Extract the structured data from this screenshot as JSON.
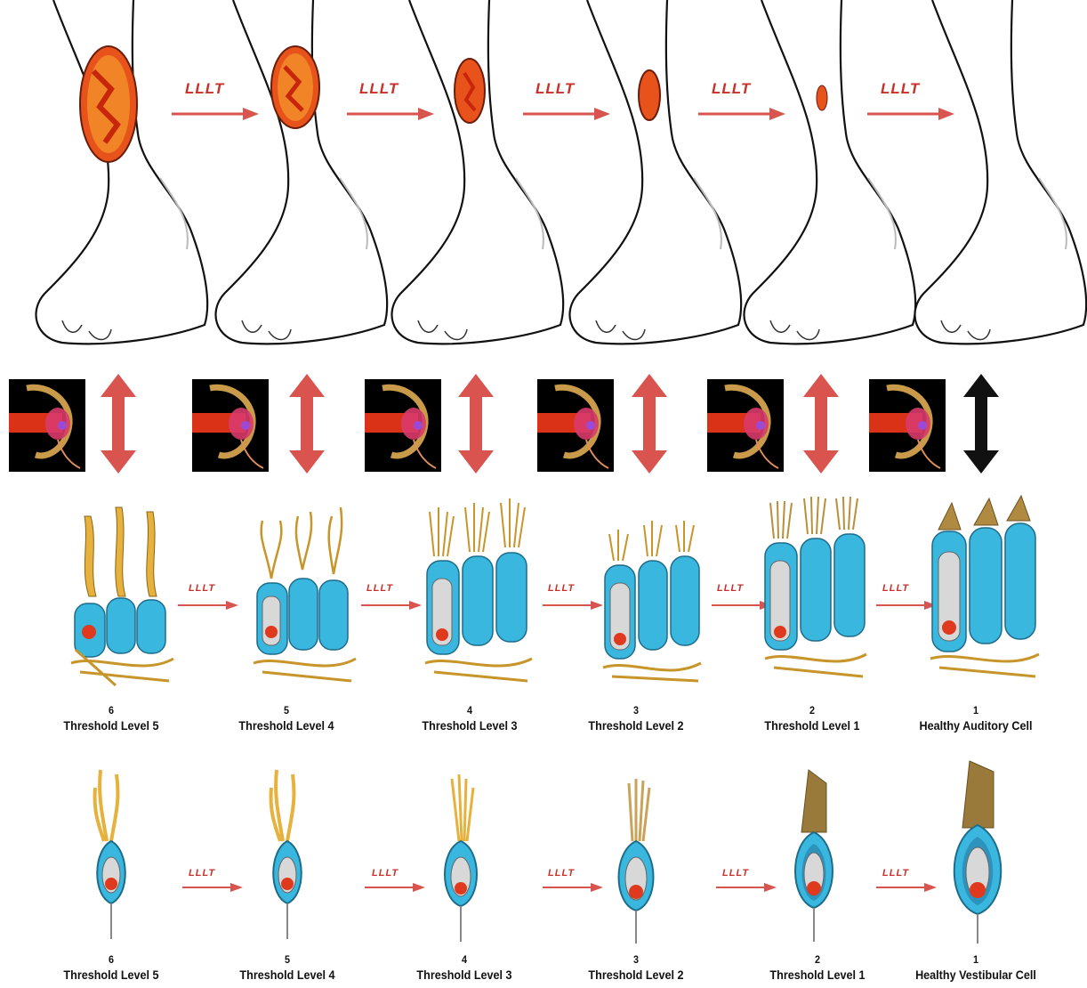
{
  "treatment_label": "LLLT",
  "colors": {
    "arrow": "#d9534f",
    "label": "#c8302a",
    "wound": "#e8531c",
    "cell_body": "#3ab7df",
    "stereocilia": "#e6b13c",
    "nucleus": "#e03a1e"
  },
  "auditory_row": [
    {
      "number": "6",
      "label": "Threshold Level 5"
    },
    {
      "number": "5",
      "label": "Threshold Level 4"
    },
    {
      "number": "4",
      "label": "Threshold Level  3"
    },
    {
      "number": "3",
      "label": "Threshold Level 2"
    },
    {
      "number": "2",
      "label": "Threshold Level 1"
    },
    {
      "number": "1",
      "label": "Healthy Auditory Cell"
    }
  ],
  "vestibular_row": [
    {
      "number": "6",
      "label": "Threshold Level 5"
    },
    {
      "number": "5",
      "label": "Threshold Level 4"
    },
    {
      "number": "4",
      "label": "Threshold Level  3"
    },
    {
      "number": "3",
      "label": "Threshold Level 2"
    },
    {
      "number": "2",
      "label": "Threshold Level 1"
    },
    {
      "number": "1",
      "label": "Healthy Vestibular Cell"
    }
  ],
  "icons": {
    "foot": "foot-illustration-icon",
    "ear": "ear-laser-thumbnail-icon",
    "double_arrow": "double-arrow-icon",
    "right_arrow": "right-arrow-icon",
    "auditory_cell": "auditory-hair-cell-icon",
    "vestibular_cell": "vestibular-hair-cell-icon"
  }
}
